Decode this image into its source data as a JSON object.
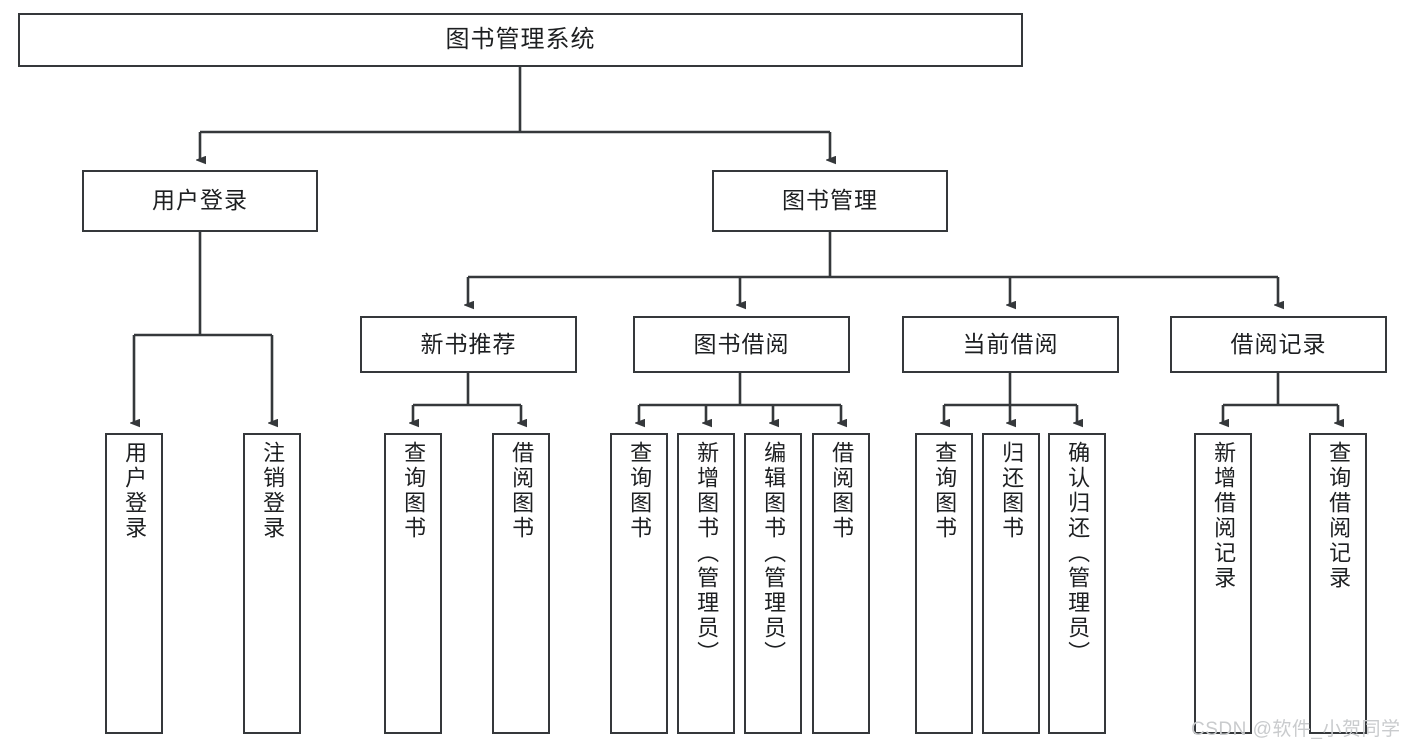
{
  "diagram": {
    "title": "图书管理系统",
    "type": "tree",
    "root": {
      "label": "图书管理系统"
    },
    "level1": [
      {
        "id": "user-login",
        "label": "用户登录"
      },
      {
        "id": "book-management",
        "label": "图书管理"
      }
    ],
    "level2": [
      {
        "id": "new-book-recommend",
        "label": "新书推荐",
        "parent": "book-management"
      },
      {
        "id": "book-borrow",
        "label": "图书借阅",
        "parent": "book-management"
      },
      {
        "id": "current-borrow",
        "label": "当前借阅",
        "parent": "book-management"
      },
      {
        "id": "borrow-record",
        "label": "借阅记录",
        "parent": "book-management"
      }
    ],
    "leaves": {
      "user_login": [
        {
          "label": "用户登录"
        },
        {
          "label": "注销登录"
        }
      ],
      "new_book_recommend": [
        {
          "label": "查询图书"
        },
        {
          "label": "借阅图书"
        }
      ],
      "book_borrow": [
        {
          "label": "查询图书"
        },
        {
          "label": "新增图书（管理员）"
        },
        {
          "label": "编辑图书（管理员）"
        },
        {
          "label": "借阅图书"
        }
      ],
      "current_borrow": [
        {
          "label": "查询图书"
        },
        {
          "label": "归还图书"
        },
        {
          "label": "确认归还（管理员）"
        }
      ],
      "borrow_record": [
        {
          "label": "新增借阅记录"
        },
        {
          "label": "查询借阅记录"
        }
      ]
    },
    "watermark": "CSDN @软件_小贺同学",
    "colors": {
      "border": "#35383b",
      "background": "#ffffff",
      "text": "#1d1f21",
      "watermark": "#c9cbcd"
    }
  }
}
